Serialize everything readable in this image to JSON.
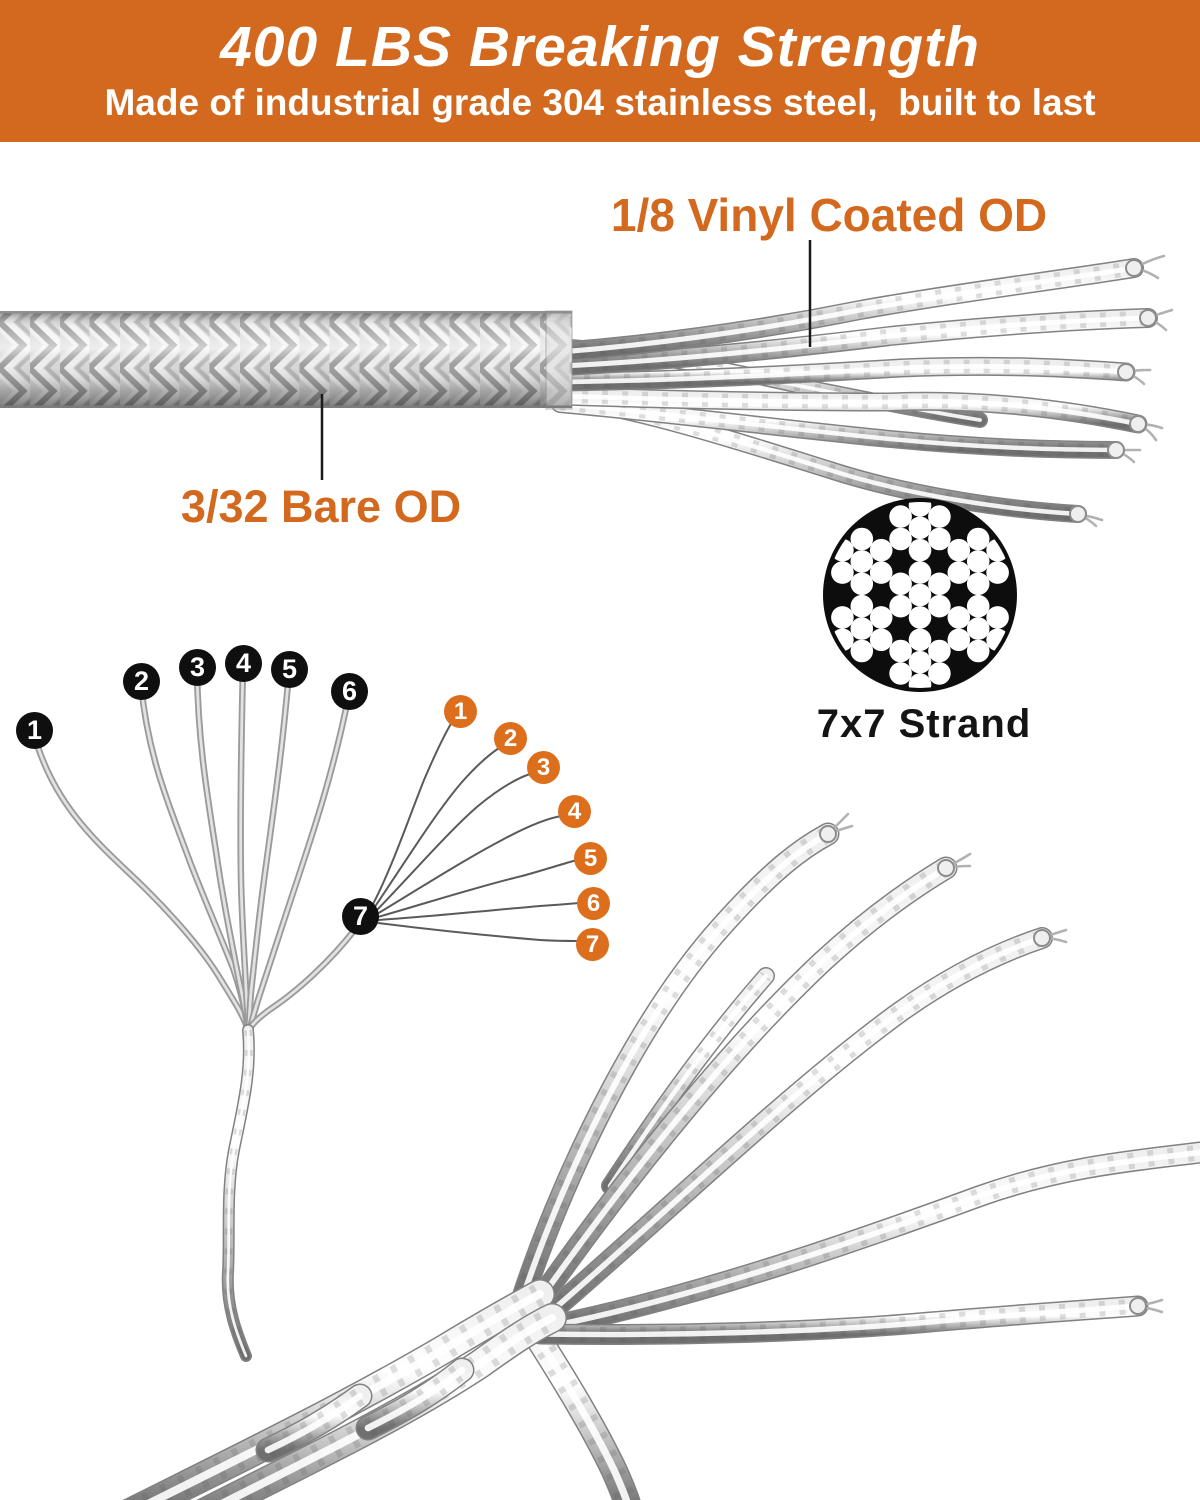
{
  "banner": {
    "title": "400 LBS Breaking Strength",
    "subtitle": "Made of industrial grade 304 stainless steel,  built to last",
    "bg_color": "#d2691e",
    "text_color": "#ffffff"
  },
  "cable_labels": {
    "vinyl_coated": "1/8 Vinyl Coated OD",
    "bare": "3/32 Bare OD",
    "color": "#d2691e"
  },
  "cross_section": {
    "caption": "7x7 Strand"
  },
  "fan_diagram": {
    "black_strand_numbers": [
      "1",
      "2",
      "3",
      "4",
      "5",
      "6",
      "7"
    ],
    "orange_strand_numbers": [
      "1",
      "2",
      "3",
      "4",
      "5",
      "6",
      "7"
    ],
    "black_circle_color": "#0f0f0f",
    "orange_circle_color": "#dc6e1c"
  }
}
